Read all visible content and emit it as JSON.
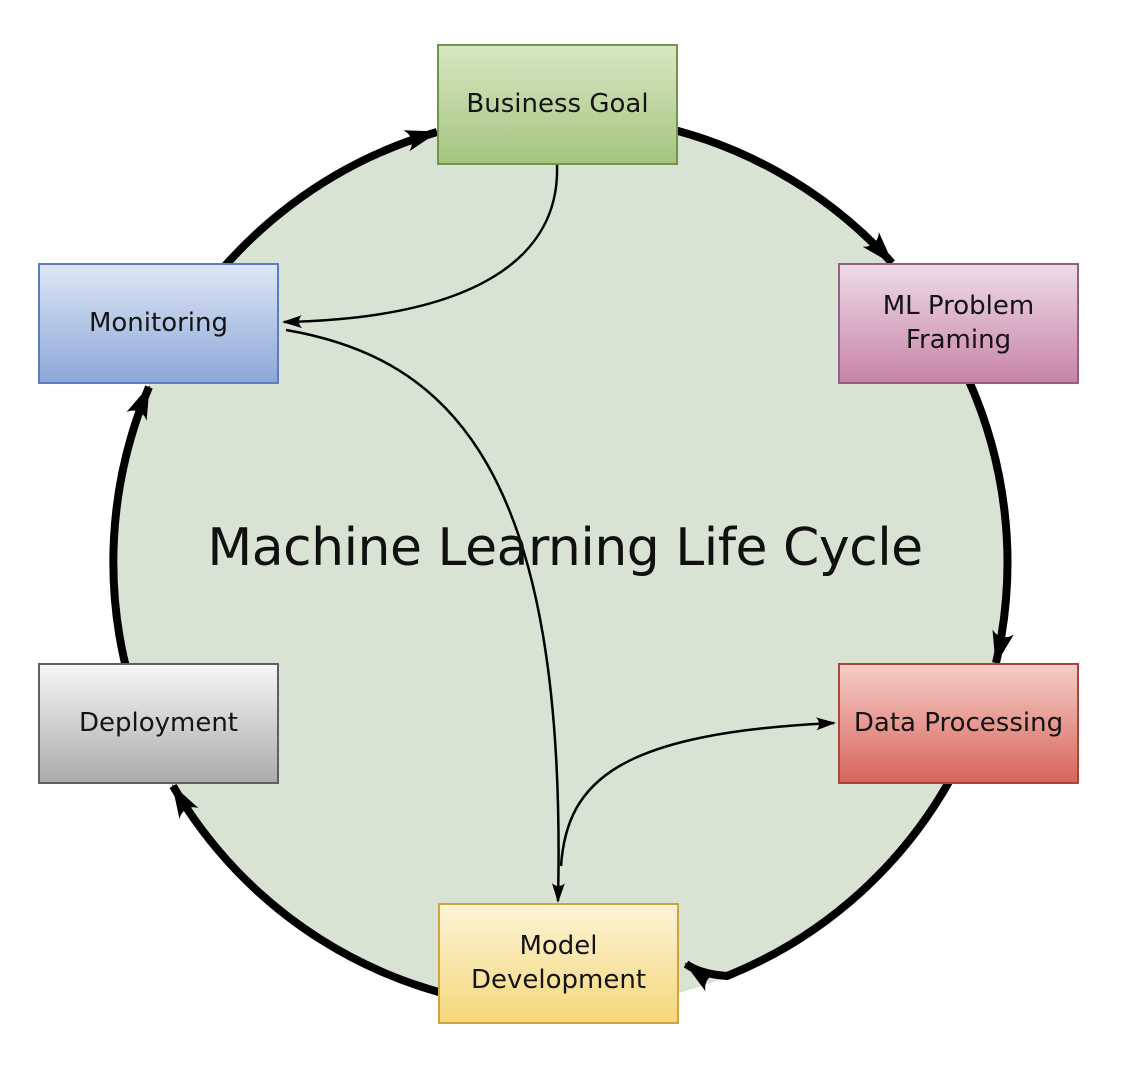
{
  "diagram": {
    "title": "Machine Learning Life Cycle",
    "circle_fill": "#d8e3d3",
    "arrow_color": "#000000",
    "nodes": [
      {
        "id": "business-goal",
        "label": "Business Goal",
        "fill_top": "#d7e7c4",
        "fill_bottom": "#a5c57e",
        "border": "#74934c"
      },
      {
        "id": "ml-problem-framing",
        "label": "ML Problem\nFraming",
        "fill_top": "#eedbe8",
        "fill_bottom": "#c783a9",
        "border": "#92607e"
      },
      {
        "id": "data-processing",
        "label": "Data Processing",
        "fill_top": "#f5cdc6",
        "fill_bottom": "#d8655c",
        "border": "#a8453c"
      },
      {
        "id": "model-development",
        "label": "Model\nDevelopment",
        "fill_top": "#fdf4d8",
        "fill_bottom": "#f5d77a",
        "border": "#cfa43e"
      },
      {
        "id": "deployment",
        "label": "Deployment",
        "fill_top": "#f6f6f6",
        "fill_bottom": "#ababab",
        "border": "#5f5f5f"
      },
      {
        "id": "monitoring",
        "label": "Monitoring",
        "fill_top": "#dde7f5",
        "fill_bottom": "#8ca7d8",
        "border": "#5b7cbe"
      }
    ],
    "cycle_arrows": [
      {
        "from": "business-goal",
        "to": "ml-problem-framing"
      },
      {
        "from": "ml-problem-framing",
        "to": "data-processing"
      },
      {
        "from": "data-processing",
        "to": "model-development"
      },
      {
        "from": "model-development",
        "to": "deployment"
      },
      {
        "from": "deployment",
        "to": "monitoring"
      },
      {
        "from": "monitoring",
        "to": "business-goal"
      }
    ],
    "feedback_arrows": [
      {
        "from": "business-goal",
        "to": "monitoring"
      },
      {
        "from": "monitoring",
        "to": "model-development"
      },
      {
        "from": "model-development",
        "to": "data-processing"
      }
    ]
  }
}
